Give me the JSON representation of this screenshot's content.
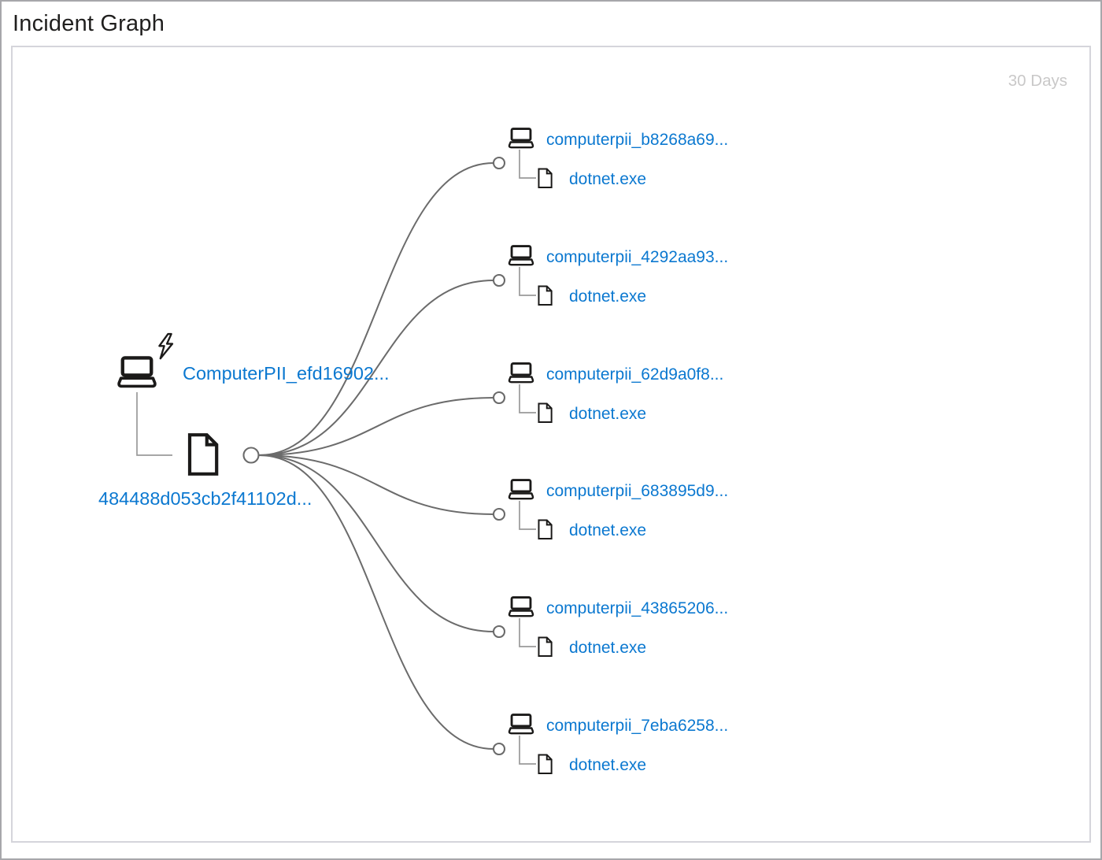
{
  "header": {
    "title": "Incident Graph"
  },
  "panel": {
    "time_range_label": "30 Days"
  },
  "graph": {
    "source": {
      "machine_label": "ComputerPII_efd16902...",
      "machine_icon": "laptop-icon",
      "alert_icon": "lightning-bolt-icon",
      "file_label": "484488d053cb2f41102d...",
      "file_icon": "file-icon"
    },
    "targets": [
      {
        "machine_label": "computerpii_b8268a69...",
        "process_label": "dotnet.exe"
      },
      {
        "machine_label": "computerpii_4292aa93...",
        "process_label": "dotnet.exe"
      },
      {
        "machine_label": "computerpii_62d9a0f8...",
        "process_label": "dotnet.exe"
      },
      {
        "machine_label": "computerpii_683895d9...",
        "process_label": "dotnet.exe"
      },
      {
        "machine_label": "computerpii_43865206...",
        "process_label": "dotnet.exe"
      },
      {
        "machine_label": "computerpii_7eba6258...",
        "process_label": "dotnet.exe"
      }
    ]
  },
  "colors": {
    "link_text": "#0b78d0",
    "edge": "#6b6b6b",
    "connector": "#9a9a9a",
    "icon": "#1b1a19",
    "time_range_text": "#c9c8c8",
    "panel_border": "#d5d5db",
    "outer_border": "#a7a7ab"
  }
}
